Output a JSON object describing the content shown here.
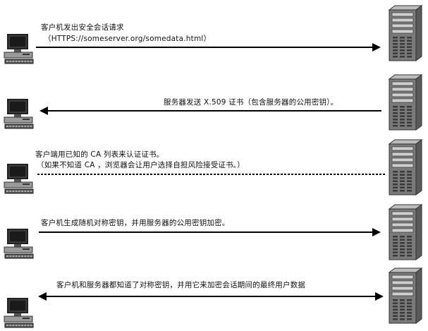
{
  "steps": [
    {
      "id": "step-1",
      "direction": "right",
      "style": "solid",
      "lines": [
        "客户机发出安全会话请求",
        "（HTTPS://someserver.org/somedata.html）"
      ],
      "align": "left"
    },
    {
      "id": "step-2",
      "direction": "left",
      "style": "solid",
      "lines": [
        "服务器发送 X.509 证书（包含服务器的公用密钥）。"
      ],
      "align": "right"
    },
    {
      "id": "step-3",
      "direction": "none",
      "style": "dotted",
      "lines": [
        "客户端用已知的 CA 列表来认证证书。",
        "（如果不知道 CA ，浏览器会让用户选择自担风险接受证书。）"
      ],
      "align": "left"
    },
    {
      "id": "step-4",
      "direction": "right",
      "style": "solid",
      "lines": [
        "客户机生成随机对称密钥，并用服务器的公用密钥加密。"
      ],
      "align": "left"
    },
    {
      "id": "step-5",
      "direction": "both",
      "style": "solid",
      "lines": [
        "客户机和服务器都知道了对称密钥，并用它来加密会话期间的最终用户数据"
      ],
      "align": "center"
    }
  ],
  "icons": {
    "client": "desktop-computer-icon",
    "server": "tower-server-icon"
  },
  "colors": {
    "line": "#000000",
    "monitor": "#222222",
    "server_body": "#7a7a7a",
    "server_panel": "#cfcfcf"
  }
}
